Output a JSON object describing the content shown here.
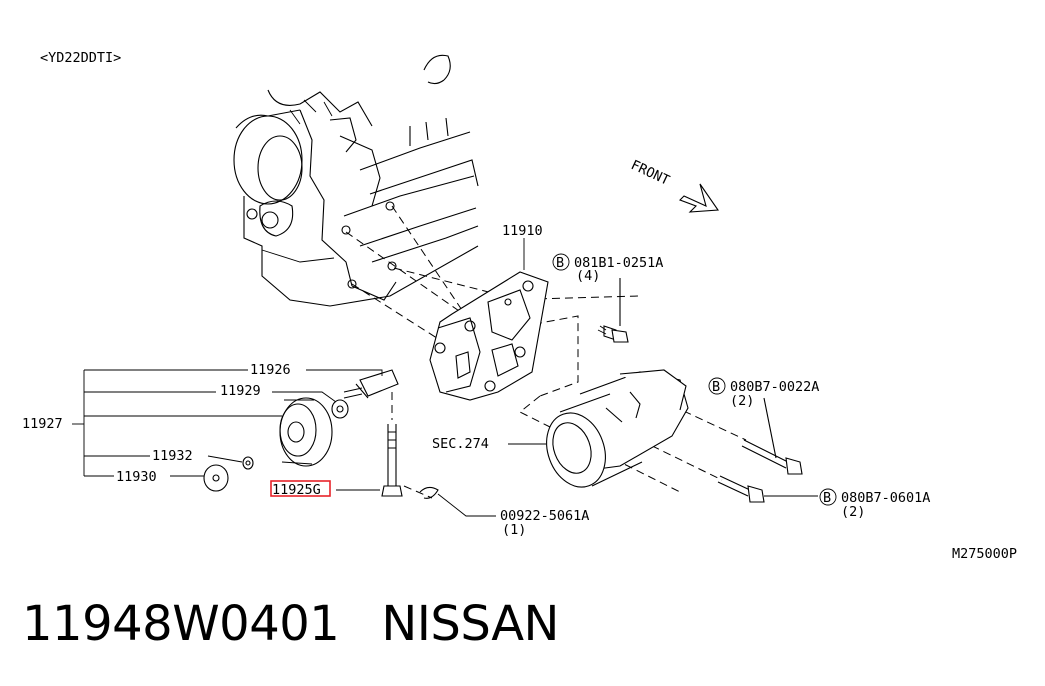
{
  "diagram": {
    "engine_label": "<YD22DDTI>",
    "front_label": "FRONT",
    "ref_code": "M275000P",
    "section_ref": "SEC.274",
    "bolt_marker": "B",
    "parts": {
      "bracket": "11910",
      "pulley_assembly": "11927",
      "pulley_bolt": "11926",
      "washer_11929": "11929",
      "washer_11932": "11932",
      "plate_washer": "11930",
      "stud_bolt": "11925G",
      "clip": "00922-5061A",
      "clip_qty": "(1)",
      "bolt_top": "081B1-0251A",
      "bolt_top_qty": "(4)",
      "bolt_mid": "080B7-0022A",
      "bolt_mid_qty": "(2)",
      "bolt_low": "080B7-0601A",
      "bolt_low_qty": "(2)"
    },
    "highlight_color": "#e8232a"
  },
  "footer": {
    "part_number": "11948W0401",
    "brand": "NISSAN"
  }
}
